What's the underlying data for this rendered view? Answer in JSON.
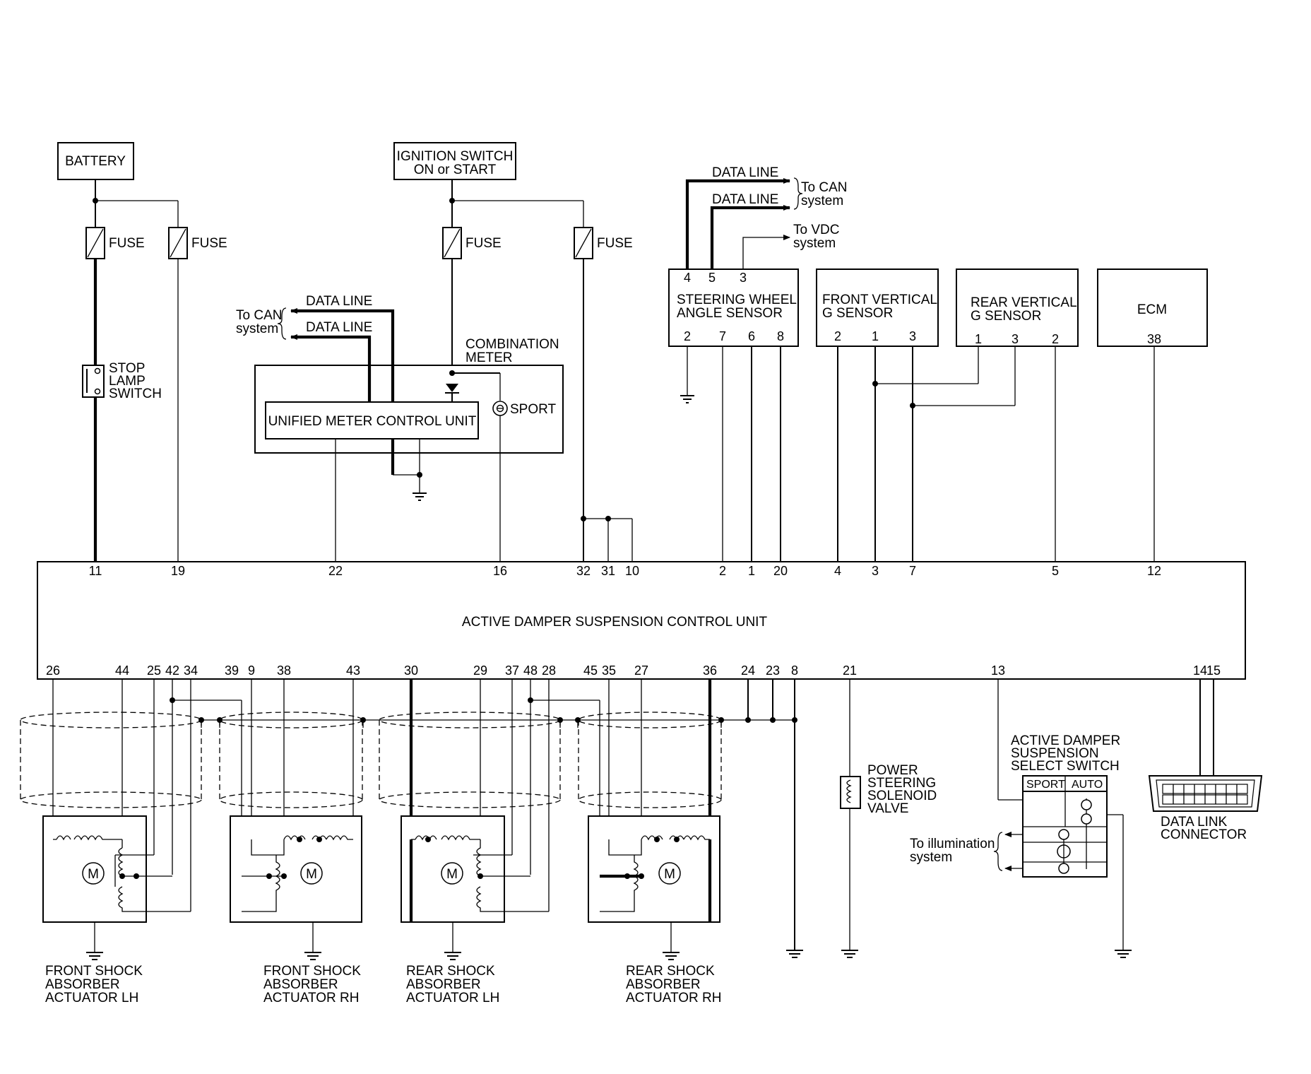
{
  "power": {
    "battery": "BATTERY",
    "ignition_line1": "IGNITION SWITCH",
    "ignition_line2": "ON or START",
    "fuse": "FUSE"
  },
  "stop_lamp": [
    "STOP",
    "LAMP",
    "SWITCH"
  ],
  "combination_meter": {
    "title_line1": "COMBINATION",
    "title_line2": "METER",
    "unified_unit": "UNIFIED METER CONTROL UNIT",
    "sport": "SPORT",
    "data_line": "DATA LINE",
    "to_can_line1": "To CAN",
    "to_can_line2": "system"
  },
  "steering_sensor": {
    "title_line1": "STEERING WHEEL",
    "title_line2": "ANGLE SENSOR",
    "top_pins": [
      "4",
      "5",
      "3"
    ],
    "bottom_pins": [
      "2",
      "7",
      "6",
      "8"
    ],
    "data_line": "DATA LINE",
    "to_can_line1": "To CAN",
    "to_can_line2": "system",
    "to_vdc_line1": "To VDC",
    "to_vdc_line2": "system"
  },
  "front_g_sensor": {
    "title_line1": "FRONT VERTICAL",
    "title_line2": "G SENSOR",
    "pins": [
      "2",
      "1",
      "3"
    ]
  },
  "rear_g_sensor": {
    "title_line1": "REAR VERTICAL",
    "title_line2": "G SENSOR",
    "pins": [
      "1",
      "3",
      "2"
    ]
  },
  "ecm": {
    "title": "ECM",
    "pin": "38"
  },
  "control_unit": {
    "title": "ACTIVE DAMPER SUSPENSION CONTROL UNIT",
    "top_pins": [
      "11",
      "19",
      "22",
      "16",
      "32",
      "31",
      "10",
      "2",
      "1",
      "20",
      "4",
      "3",
      "7",
      "5",
      "12"
    ],
    "bottom_pins": [
      "26",
      "44",
      "25",
      "42",
      "34",
      "39",
      "9",
      "38",
      "43",
      "30",
      "29",
      "37",
      "48",
      "28",
      "45",
      "35",
      "27",
      "36",
      "24",
      "23",
      "8",
      "21",
      "13",
      "14",
      "15"
    ]
  },
  "actuators": [
    {
      "line1": "FRONT SHOCK",
      "line2": "ABSORBER",
      "line3": "ACTUATOR LH"
    },
    {
      "line1": "FRONT SHOCK",
      "line2": "ABSORBER",
      "line3": "ACTUATOR RH"
    },
    {
      "line1": "REAR SHOCK",
      "line2": "ABSORBER",
      "line3": "ACTUATOR LH"
    },
    {
      "line1": "REAR SHOCK",
      "line2": "ABSORBER",
      "line3": "ACTUATOR RH"
    }
  ],
  "motor_symbol": "M",
  "power_steering": [
    "POWER",
    "STEERING",
    "SOLENOID",
    "VALVE"
  ],
  "select_switch": {
    "title_line1": "ACTIVE DAMPER",
    "title_line2": "SUSPENSION",
    "title_line3": "SELECT SWITCH",
    "sport": "SPORT",
    "auto": "AUTO",
    "illum_line1": "To illumination",
    "illum_line2": "system"
  },
  "data_link": {
    "line1": "DATA LINK",
    "line2": "CONNECTOR"
  }
}
